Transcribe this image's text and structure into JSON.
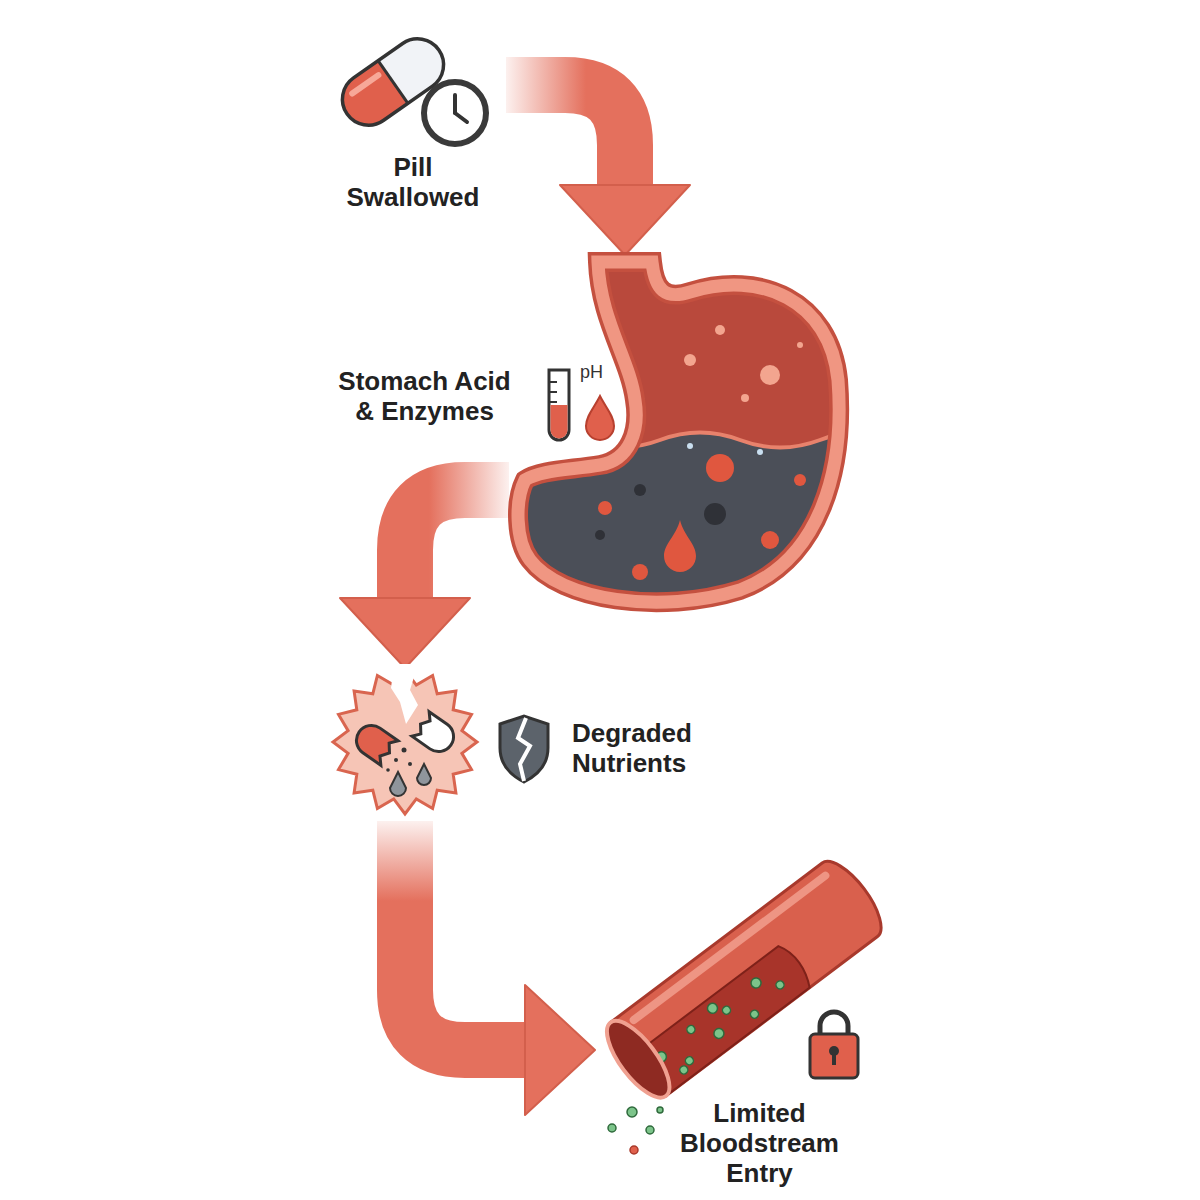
{
  "diagram": {
    "nodes": [
      {
        "text": [
          "Pill Swallowed"
        ]
      },
      {
        "text": [
          "Stomach Acid & Enzymes"
        ]
      },
      {
        "text": [
          "Degraded Nutrients"
        ]
      },
      {
        "text": [
          "Limited Bloodstream Entry"
        ]
      }
    ],
    "edges": [
      {
        "from": 0,
        "to": 1,
        "arrow": "to"
      },
      {
        "from": 1,
        "to": 2,
        "arrow": "to"
      },
      {
        "from": 2,
        "to": 3,
        "arrow": "to"
      }
    ],
    "labels": [
      "pH"
    ]
  }
}
